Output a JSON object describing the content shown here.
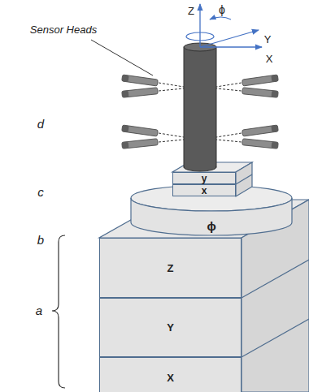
{
  "diagram": {
    "nodes": [
      {
        "text": [
          "y"
        ]
      },
      {
        "text": [
          "x"
        ]
      },
      {
        "text": [
          "ϕ"
        ]
      },
      {
        "text": [
          "Z"
        ]
      },
      {
        "text": [
          "Y"
        ]
      },
      {
        "text": [
          "X"
        ]
      }
    ],
    "labels": [
      "Z",
      "ϕ",
      "Sensor Heads",
      "Y",
      "X",
      "d",
      "c",
      "b",
      "a"
    ]
  }
}
